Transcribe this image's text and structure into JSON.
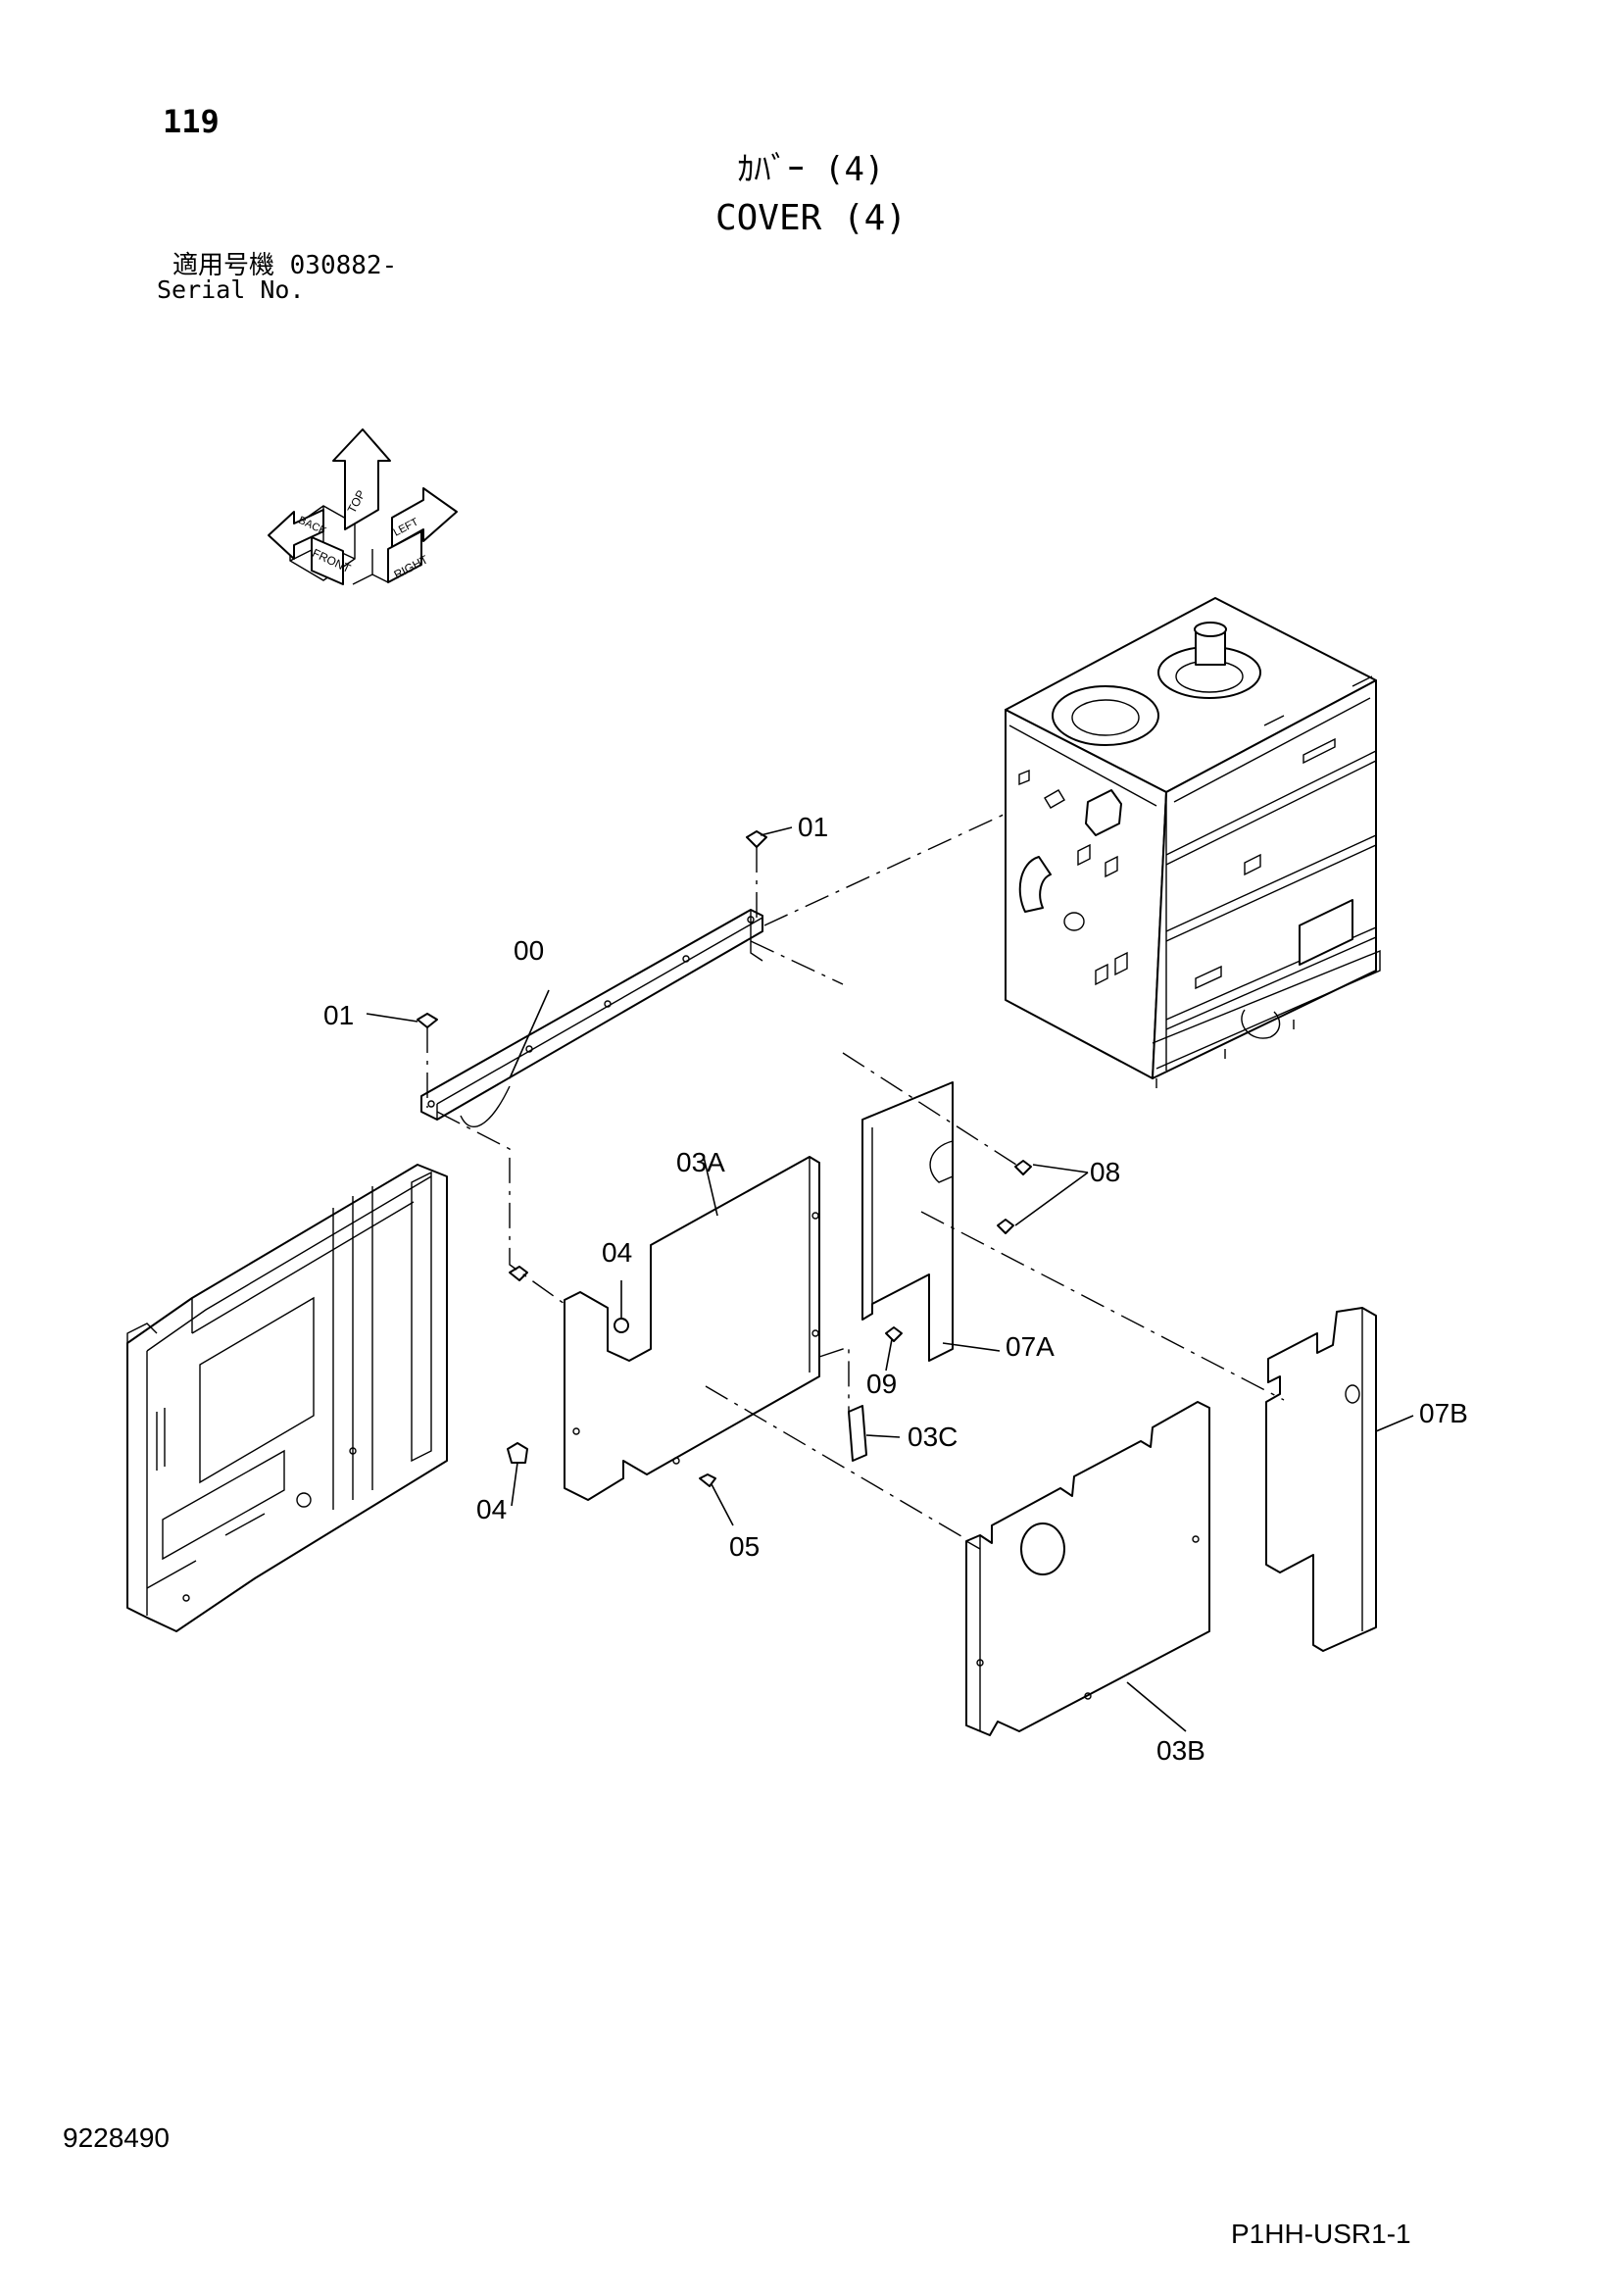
{
  "header": {
    "page_number": "119",
    "title_jp": "ｶﾊﾞｰ (4)",
    "title_en": "COVER (4)",
    "serial_label_jp": "適用号機  030882-",
    "serial_label_en": "Serial No."
  },
  "orientation_indicator": {
    "labels": [
      "TOP",
      "FRONT",
      "RIGHT",
      "BACK",
      "LEFT"
    ]
  },
  "callouts": {
    "c01_top": "01",
    "c01_left": "01",
    "c00": "00",
    "c03A": "03A",
    "c04_upper": "04",
    "c04_lower": "04",
    "c05": "05",
    "c08": "08",
    "c07A": "07A",
    "c09": "09",
    "c03C": "03C",
    "c07B": "07B",
    "c03B": "03B"
  },
  "footer": {
    "document_number": "9228490",
    "drawing_code": "P1HH-USR1-1"
  }
}
